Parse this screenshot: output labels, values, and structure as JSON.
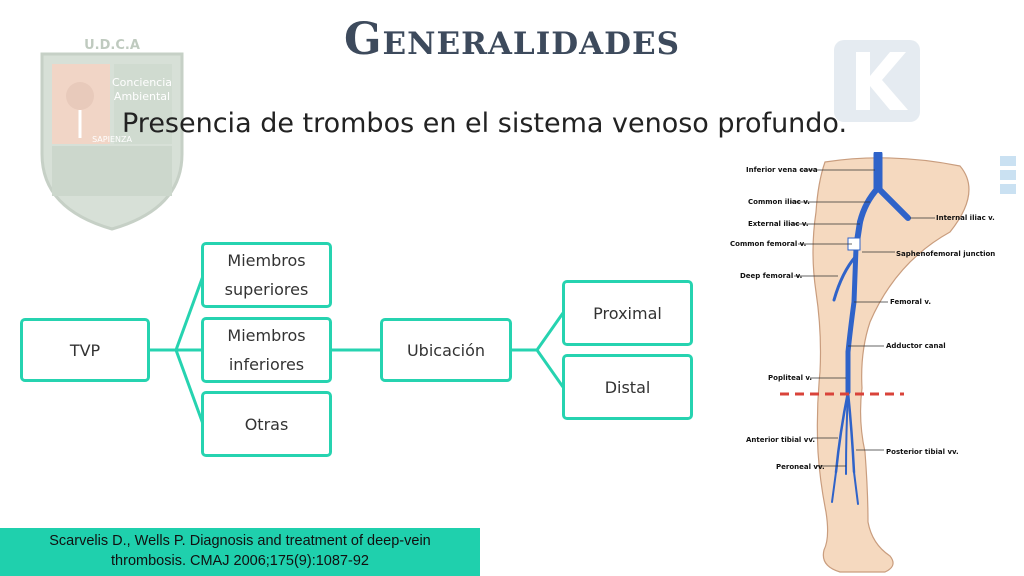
{
  "slide": {
    "title": "Generalidades",
    "subtitle": "Presencia de trombos en el sistema venoso profundo."
  },
  "watermarks": {
    "logo_top": "U.D.C.A",
    "logo_right_line1": "Conciencia",
    "logo_right_line2": "Ambiental",
    "logo_banner": "SAPIENZA"
  },
  "diagram": {
    "root": "TVP",
    "level1": [
      "Miembros superiores",
      "Miembros inferiores",
      "Otras"
    ],
    "ubicacion": "Ubicación",
    "level3": [
      "Proximal",
      "Distal"
    ],
    "accent_color": "#26d3b0"
  },
  "figure": {
    "labels": {
      "inferior_vena_cava": "Inferior vena cava",
      "common_iliac": "Common iliac v.",
      "external_iliac": "External iliac v.",
      "internal_iliac": "Internal iliac v.",
      "common_femoral": "Common femoral v.",
      "saphenofemoral": "Saphenofemoral junction",
      "deep_femoral": "Deep femoral v.",
      "femoral": "Femoral v.",
      "adductor_canal": "Adductor canal",
      "popliteal": "Popliteal v.",
      "anterior_tibial": "Anterior tibial vv.",
      "posterior_tibial": "Posterior tibial vv.",
      "peroneal": "Peroneal vv."
    },
    "vein_color": "#2f63c9",
    "dashed_line_color": "#d9433a"
  },
  "citation": {
    "line1": "Scarvelis D., Wells P. Diagnosis and treatment of deep-vein",
    "line2": "thrombosis. CMAJ 2006;175(9):1087-92",
    "background": "#1fd0ad"
  }
}
